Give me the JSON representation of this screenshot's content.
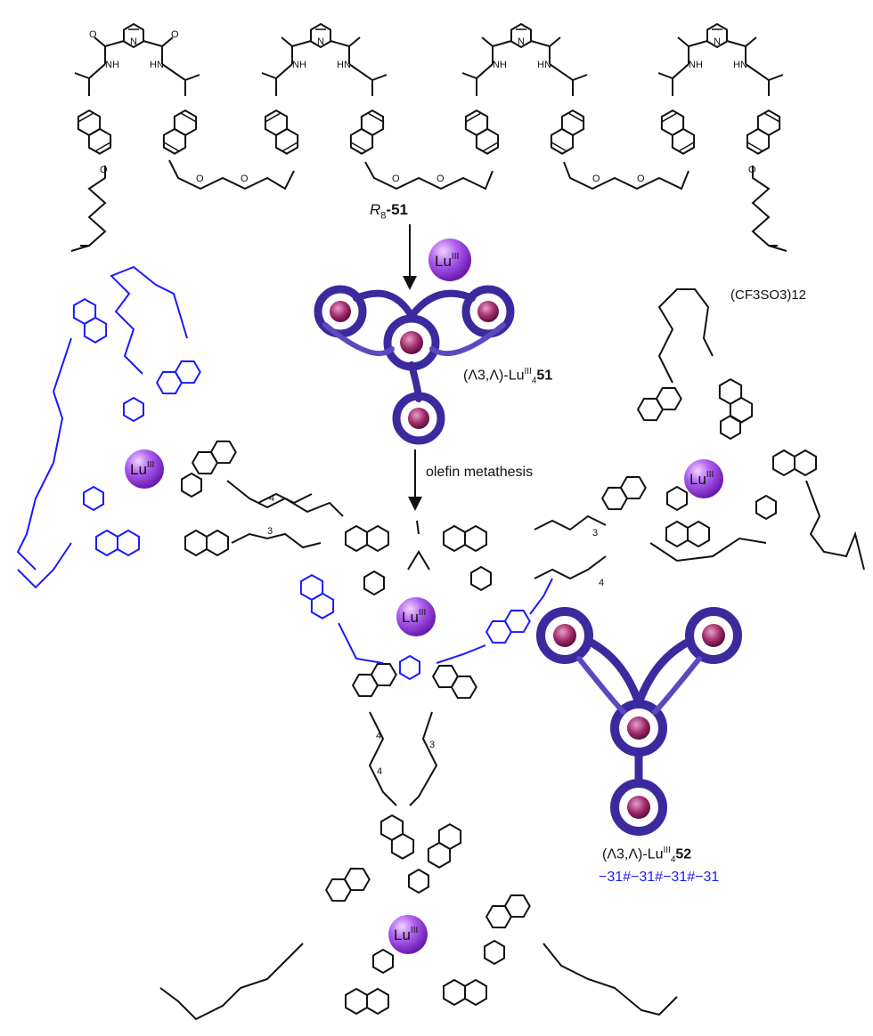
{
  "ligand_label": {
    "prefix": "R",
    "sub": "8",
    "suffix": "-51"
  },
  "metal_reagent": {
    "symbol": "Lu",
    "sup": "III"
  },
  "step_label": "olefin metathesis",
  "complex_51": {
    "prefix": "(Λ3,Λ)-Lu",
    "sup": "III",
    "sub": "4",
    "number": "51"
  },
  "complex_52": {
    "prefix": "(Λ3,Λ)-Lu",
    "sup": "III",
    "sub": "4",
    "number": "52"
  },
  "counterion": "(CF3SO3)12",
  "topology": "−31#−31#−31#−31",
  "atoms": {
    "nh": "NH",
    "hn": "HN",
    "n": "N",
    "o": "O"
  },
  "chain_counts": {
    "four": "4",
    "three": "3"
  },
  "colors": {
    "black": "#111111",
    "blue": "#1a1aff",
    "helix": "#3b2a9e",
    "lu_sphere": "#9b3de0",
    "core": "#b0306d"
  }
}
